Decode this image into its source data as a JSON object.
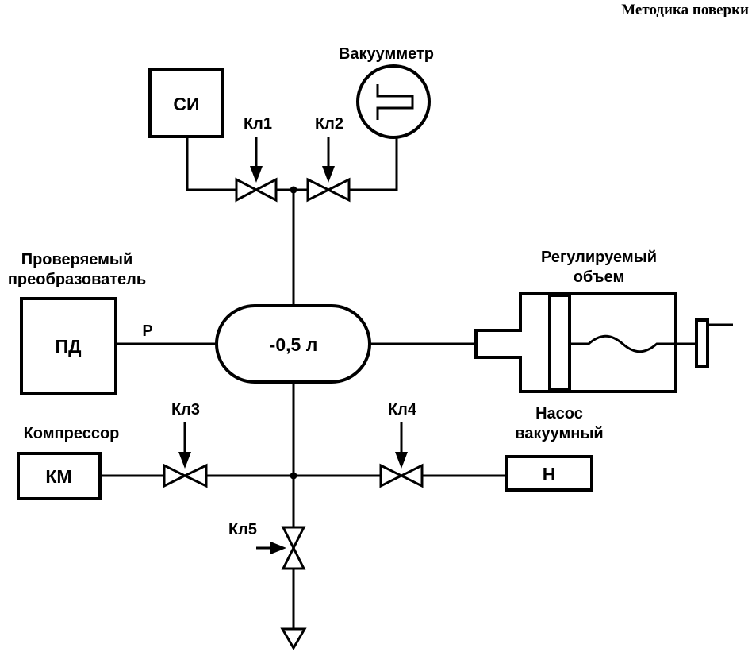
{
  "header": "Методика поверки",
  "labels": {
    "si": "СИ",
    "vacuummeter": "Вакуумметр",
    "kl1": "Кл1",
    "kl2": "Кл2",
    "checked_line1": "Проверяемый",
    "checked_line2": "преобразователь",
    "pd": "ПД",
    "p": "Р",
    "volume": "-0,5 л",
    "regulated_line1": "Регулируемый",
    "regulated_line2": "объем",
    "kl3": "Кл3",
    "kl4": "Кл4",
    "compressor": "Компрессор",
    "km": "КМ",
    "pump_line1": "Насос",
    "pump_line2": "вакуумный",
    "h": "Н",
    "kl5": "Кл5"
  }
}
